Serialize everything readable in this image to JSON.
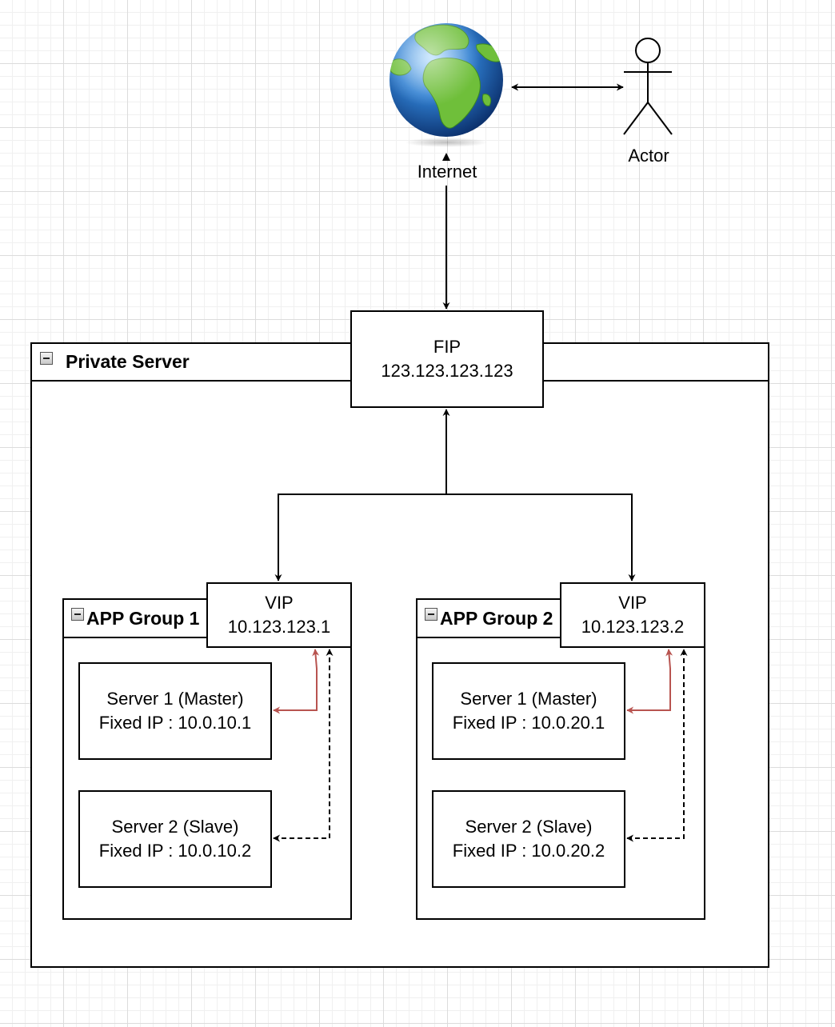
{
  "internet": {
    "label": "Internet",
    "icon": "globe-icon"
  },
  "actor": {
    "label": "Actor",
    "icon": "stick-figure-icon"
  },
  "fip": {
    "title": "FIP",
    "address": "123.123.123.123"
  },
  "private_server": {
    "title": "Private Server"
  },
  "groups": [
    {
      "title": "APP Group 1",
      "vip": {
        "title": "VIP",
        "address": "10.123.123.1"
      },
      "servers": [
        {
          "name": "Server 1 (Master)",
          "ip": "Fixed IP : 10.0.10.1"
        },
        {
          "name": "Server 2 (Slave)",
          "ip": "Fixed IP : 10.0.10.2"
        }
      ]
    },
    {
      "title": "APP Group 2",
      "vip": {
        "title": "VIP",
        "address": "10.123.123.2"
      },
      "servers": [
        {
          "name": "Server 1 (Master)",
          "ip": "Fixed IP : 10.0.20.1"
        },
        {
          "name": "Server 2 (Slave)",
          "ip": "Fixed IP : 10.0.20.2"
        }
      ]
    }
  ],
  "colors": {
    "line": "#000000",
    "master_link": "#b85450",
    "background": "#ffffff",
    "grid": "#dcdcdc"
  }
}
